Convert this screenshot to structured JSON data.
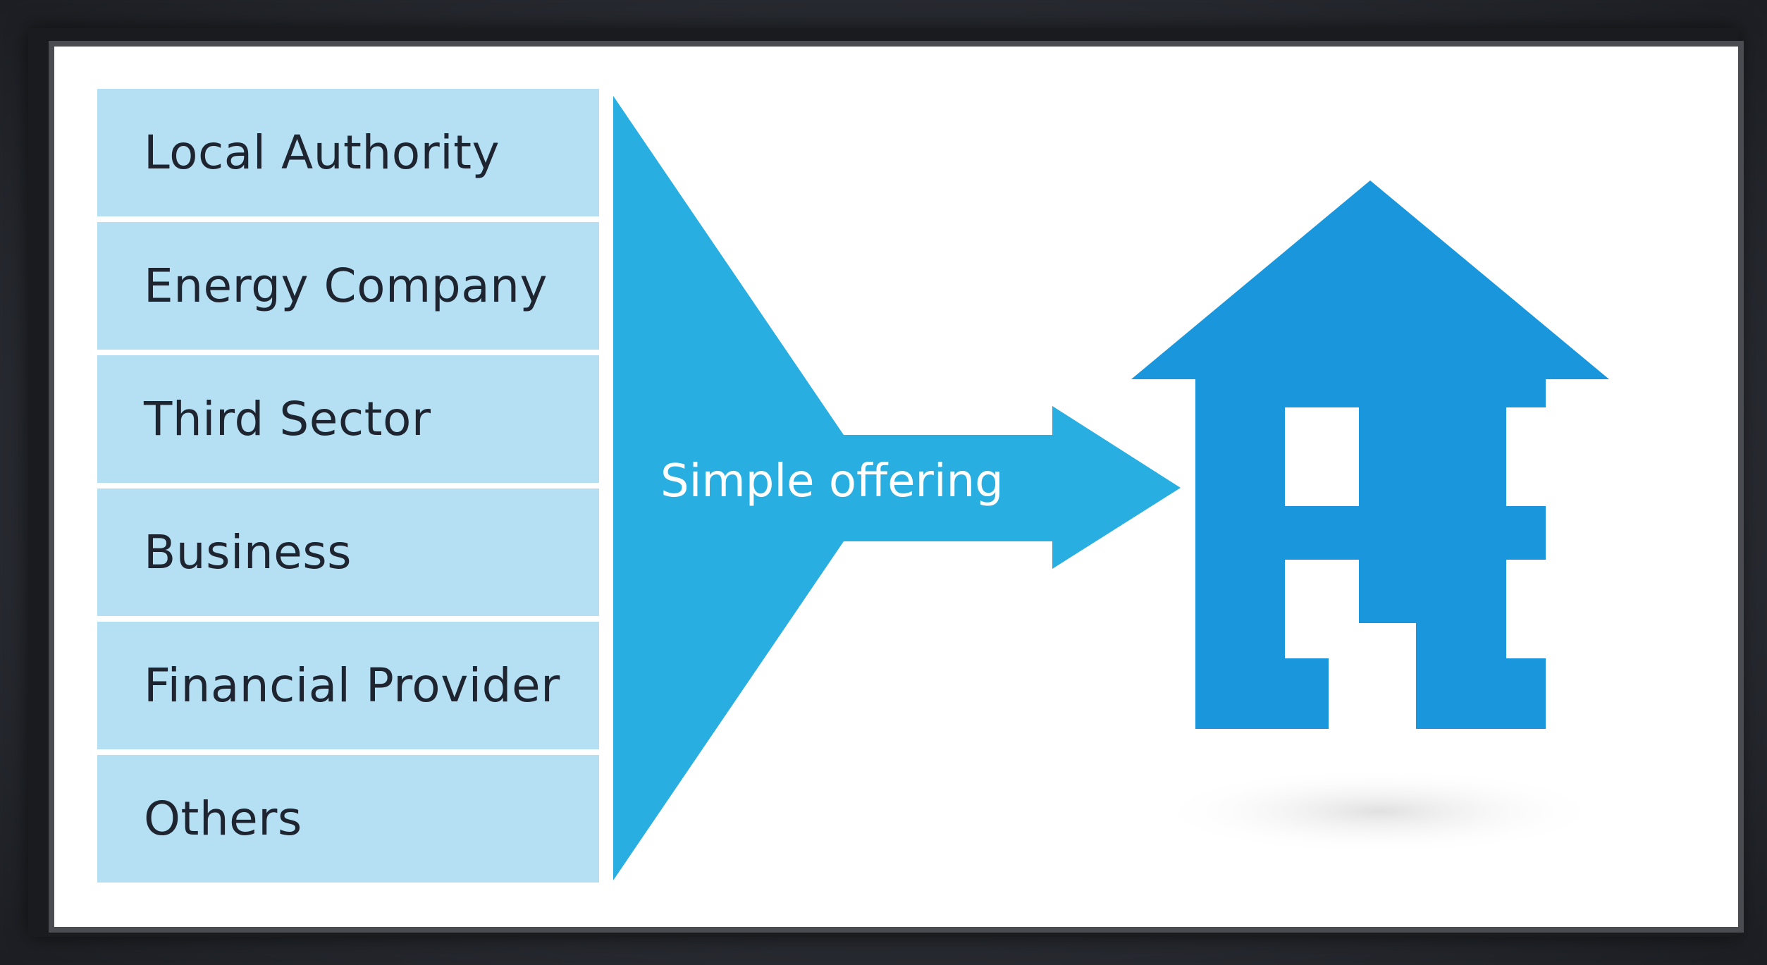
{
  "diagram": {
    "sources": [
      "Local Authority",
      "Energy Company",
      "Third Sector",
      "Business",
      "Financial Provider",
      "Others"
    ],
    "funnel_label": "Simple offering",
    "colors": {
      "source_box": "#b5e0f3",
      "funnel": "#28aee0",
      "house": "#1a96dc",
      "window": "#ffffff"
    },
    "target_icon": "house-icon"
  }
}
